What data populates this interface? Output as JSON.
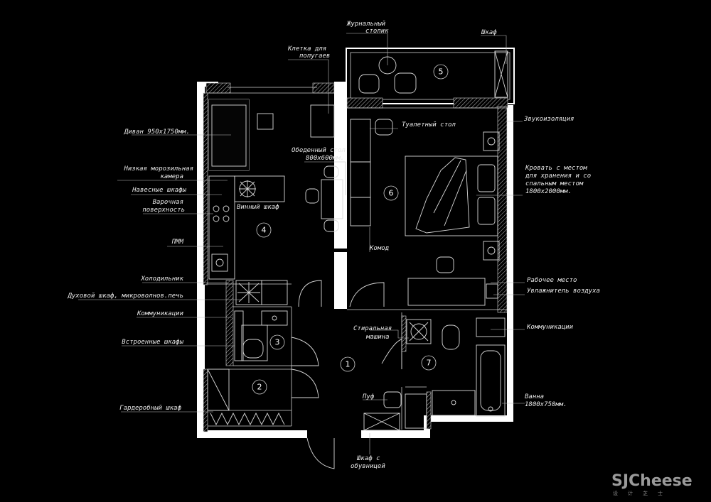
{
  "labels": {
    "coffee_table": [
      "Журнальный",
      "столик"
    ],
    "wardrobe_top": "Шкаф",
    "parrot_cage": [
      "Клетка для",
      "попугаев"
    ],
    "sofa": "Диван 950x1750мм.",
    "dining_table": [
      "Обеденный стол",
      "800x600мм."
    ],
    "low_freezer": [
      "Низкая морозильная",
      "камера"
    ],
    "wall_cabinets": "Навесные шкафы",
    "hob": [
      "Варочная",
      "поверхность"
    ],
    "wine_cabinet": "Винный шкаф",
    "dishwasher": "ПММ",
    "fridge": "Холодильник",
    "oven": "Духовой шкаф, микроволнов.печь",
    "utilities_left": "Коммуникации",
    "built_in_wardrobes": "Встроенные шкафы",
    "wardrobe_closet": "Гардеробный шкаф",
    "dressing_table": "Туалетный стол",
    "soundproofing": "Звукоизоляция",
    "bed": [
      "Кровать с местом",
      "для хранения и со",
      "спальным местом",
      "1800x2000мм."
    ],
    "dresser": "Комод",
    "workplace": "Рабочее место",
    "humidifier": "Увлажнитель воздуха",
    "utilities_right": "Коммуникации",
    "washing_machine": [
      "Стиральная",
      "машина"
    ],
    "bath": [
      "Ванна",
      "1800x750мм."
    ],
    "pouf": "Пуф",
    "shoe_cabinet": [
      "Шкаф с",
      "обувницей"
    ]
  },
  "rooms": [
    "1",
    "2",
    "3",
    "4",
    "5",
    "6",
    "7"
  ],
  "watermark": {
    "main": "SJCheese",
    "sub": "设计芝士"
  }
}
